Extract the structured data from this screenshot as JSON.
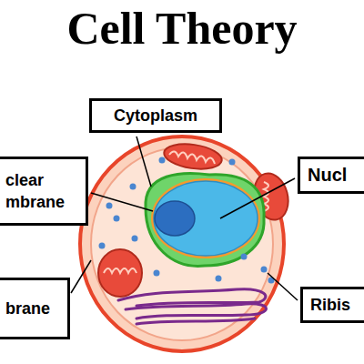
{
  "diagram": {
    "title": "Cell Theory",
    "nodes": [
      {
        "text": [
          "Cytoplasm"
        ]
      },
      {
        "text": [
          "clear mbrane"
        ]
      },
      {
        "text": [
          "Nucl"
        ]
      },
      {
        "text": [
          "Ribis"
        ]
      },
      {
        "text": [
          "brane"
        ]
      }
    ]
  }
}
